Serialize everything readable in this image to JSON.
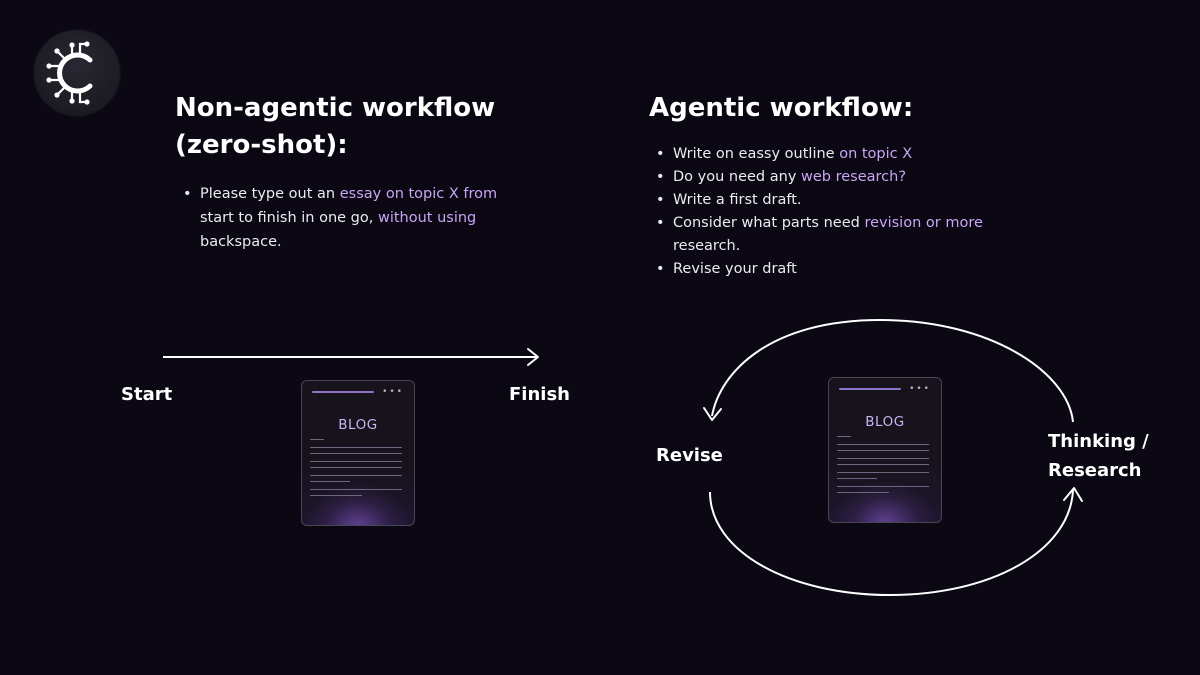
{
  "left": {
    "heading_line1": "Non-agentic workflow",
    "heading_line2": "(zero-shot):",
    "bullet_parts": [
      {
        "t": "Please type out an ",
        "hl": false
      },
      {
        "t": "essay on topic X from",
        "hl": true
      },
      {
        "t": " start to finish in one go, ",
        "hl": false
      },
      {
        "t": "without using",
        "hl": true
      },
      {
        "t": " backspace.",
        "hl": false
      }
    ],
    "start_label": "Start",
    "finish_label": "Finish",
    "blog_label": "BLOG"
  },
  "right": {
    "heading": "Agentic workflow:",
    "bullets": [
      [
        {
          "t": "Write on eassy outline ",
          "hl": false
        },
        {
          "t": "on topic X",
          "hl": true
        }
      ],
      [
        {
          "t": "Do you need any ",
          "hl": false
        },
        {
          "t": "web research?",
          "hl": true
        }
      ],
      [
        {
          "t": "Write a first draft.",
          "hl": false
        }
      ],
      [
        {
          "t": "Consider what parts need ",
          "hl": false
        },
        {
          "t": "revision or more",
          "hl": true
        },
        {
          "t": " research.",
          "hl": false
        }
      ],
      [
        {
          "t": "Revise your draft",
          "hl": false
        }
      ]
    ],
    "revise_label": "Revise",
    "thinking_line1": "Thinking /",
    "thinking_line2": "Research",
    "blog_label": "BLOG"
  },
  "colors": {
    "background": "#0b0713",
    "highlight": "#c7a6f5",
    "text": "#ffffff"
  }
}
